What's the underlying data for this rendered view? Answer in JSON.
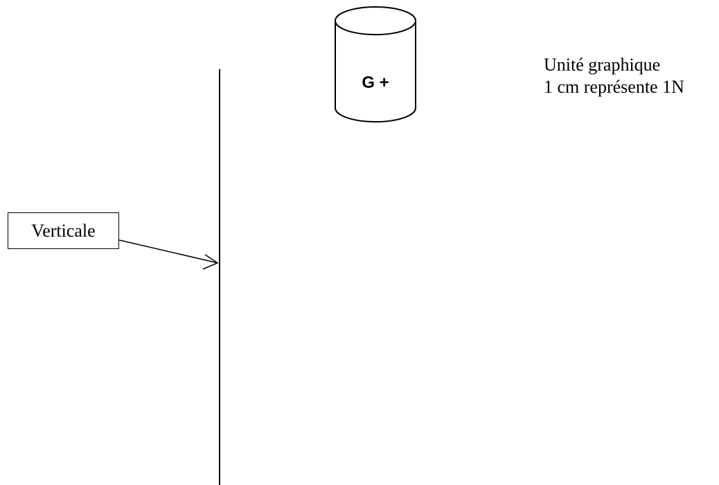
{
  "diagram": {
    "cylinder_label": "G +",
    "vertical_label": "Verticale",
    "unit_note": {
      "line1": "Unité graphique",
      "line2": "1 cm représente 1N"
    }
  },
  "colors": {
    "stroke": "#000000",
    "background": "#ffffff"
  }
}
